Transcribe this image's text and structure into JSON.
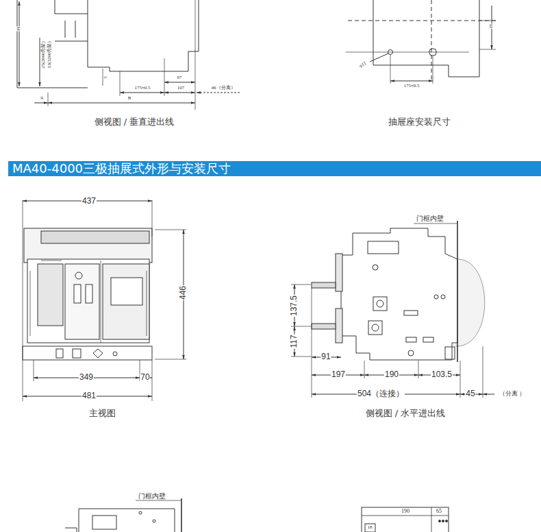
{
  "diagram": {
    "title": "MA40-4000三极抽展式外形与安装尺寸",
    "labels": [
      "H",
      "25(2000壳架)",
      "13(3200壳架)",
      "5",
      "97",
      "175±0.5",
      "107",
      "46（分离）",
      "9",
      "B",
      "侧视图 / 垂直进出线",
      "φ11",
      "175±0.5",
      "H",
      "抽屉座安装尺寸",
      "437",
      "446",
      "349",
      "70",
      "481",
      "主视图",
      "门框内壁",
      "137.5",
      "117",
      "91",
      "197",
      "190",
      "103.5",
      "504（连接）",
      "45",
      "（分离 ）",
      "侧视图 / 水平进出线",
      "门框内壁",
      "190",
      "65",
      "18"
    ]
  }
}
